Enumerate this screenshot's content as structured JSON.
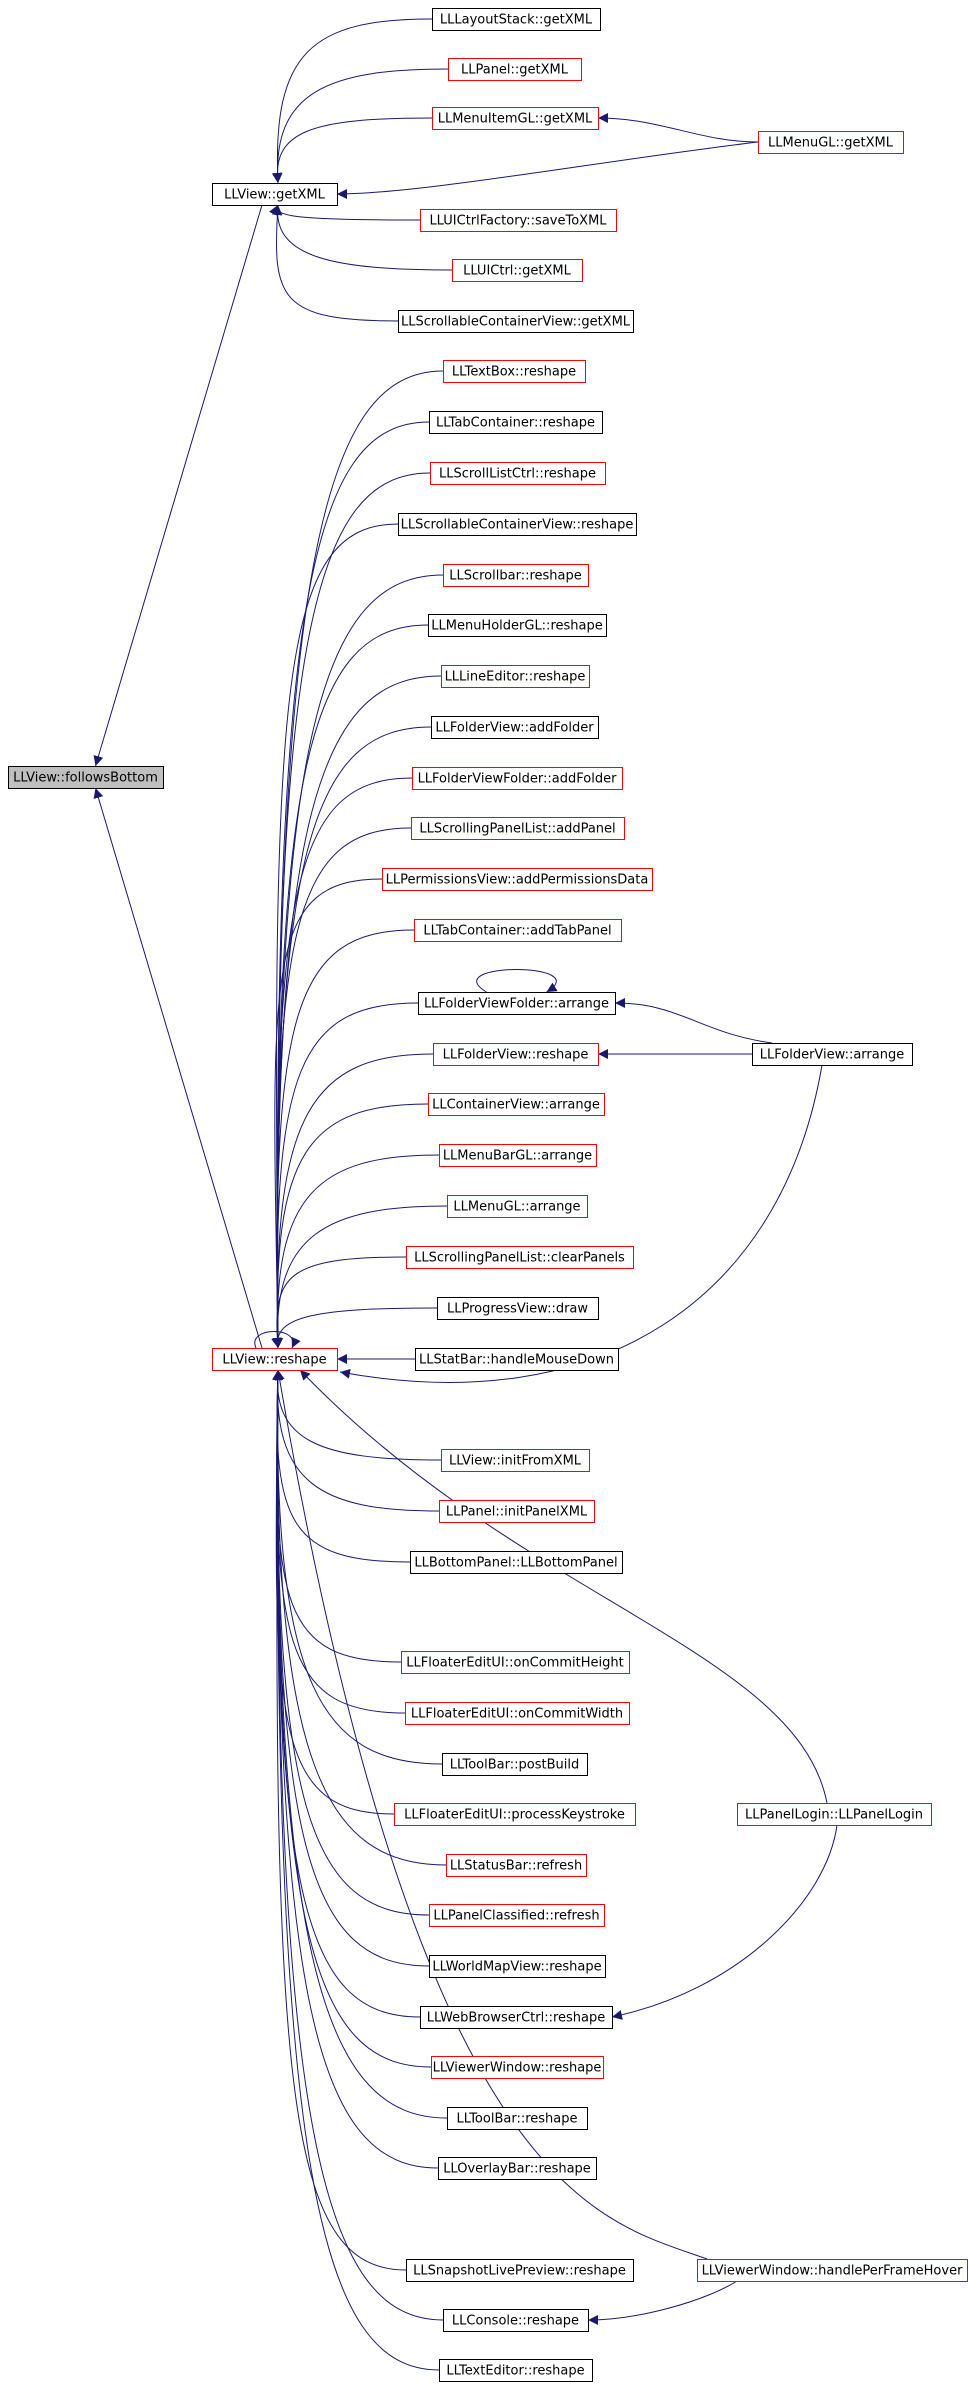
{
  "colors": {
    "edge": "#191970",
    "node_border_default": "#000000",
    "node_border_highlight": "#ff0000",
    "root_fill": "#bfbfbf",
    "node_fill": "#ffffff"
  },
  "nodes": [
    {
      "id": "followsBottom",
      "label": "LLView::followsBottom",
      "border": "black",
      "root": true
    },
    {
      "id": "getXML",
      "label": "LLView::getXML",
      "border": "black"
    },
    {
      "id": "reshape",
      "label": "LLView::reshape",
      "border": "red"
    },
    {
      "id": "LayoutStack_getXML",
      "label": "LLLayoutStack::getXML",
      "border": "black"
    },
    {
      "id": "Panel_getXML",
      "label": "LLPanel::getXML",
      "border": "red"
    },
    {
      "id": "MenuItemGL_getXML",
      "label": "LLMenuItemGL::getXML",
      "border": "red"
    },
    {
      "id": "MenuGL_getXML",
      "label": "LLMenuGL::getXML",
      "border": "red"
    },
    {
      "id": "UICtrlFactory_saveToXML",
      "label": "LLUICtrlFactory::saveToXML",
      "border": "red"
    },
    {
      "id": "UICtrl_getXML",
      "label": "LLUICtrl::getXML",
      "border": "red"
    },
    {
      "id": "ScrollableContainerView_getXML",
      "label": "LLScrollableContainerView::getXML",
      "border": "black"
    },
    {
      "id": "TextBox_reshape",
      "label": "LLTextBox::reshape",
      "border": "red"
    },
    {
      "id": "TabContainer_reshape",
      "label": "LLTabContainer::reshape",
      "border": "black"
    },
    {
      "id": "ScrollListCtrl_reshape",
      "label": "LLScrollListCtrl::reshape",
      "border": "red"
    },
    {
      "id": "ScrollableContainerView_reshape",
      "label": "LLScrollableContainerView::reshape",
      "border": "black"
    },
    {
      "id": "Scrollbar_reshape",
      "label": "LLScrollbar::reshape",
      "border": "red"
    },
    {
      "id": "MenuHolderGL_reshape",
      "label": "LLMenuHolderGL::reshape",
      "border": "black"
    },
    {
      "id": "LineEditor_reshape",
      "label": "LLLineEditor::reshape",
      "border": "red"
    },
    {
      "id": "FolderView_addFolder",
      "label": "LLFolderView::addFolder",
      "border": "black"
    },
    {
      "id": "FolderViewFolder_addFolder",
      "label": "LLFolderViewFolder::addFolder",
      "border": "red"
    },
    {
      "id": "ScrollingPanelList_addPanel",
      "label": "LLScrollingPanelList::addPanel",
      "border": "red"
    },
    {
      "id": "PermissionsView_addPermissionsData",
      "label": "LLPermissionsView::addPermissionsData",
      "border": "red"
    },
    {
      "id": "TabContainer_addTabPanel",
      "label": "LLTabContainer::addTabPanel",
      "border": "red"
    },
    {
      "id": "FolderViewFolder_arrange",
      "label": "LLFolderViewFolder::arrange",
      "border": "black"
    },
    {
      "id": "FolderView_reshape",
      "label": "LLFolderView::reshape",
      "border": "red"
    },
    {
      "id": "FolderView_arrange",
      "label": "LLFolderView::arrange",
      "border": "black"
    },
    {
      "id": "ContainerView_arrange",
      "label": "LLContainerView::arrange",
      "border": "red"
    },
    {
      "id": "MenuBarGL_arrange",
      "label": "LLMenuBarGL::arrange",
      "border": "red"
    },
    {
      "id": "MenuGL_arrange",
      "label": "LLMenuGL::arrange",
      "border": "red"
    },
    {
      "id": "ScrollingPanelList_clearPanels",
      "label": "LLScrollingPanelList::clearPanels",
      "border": "red"
    },
    {
      "id": "ProgressView_draw",
      "label": "LLProgressView::draw",
      "border": "black"
    },
    {
      "id": "StatBar_handleMouseDown",
      "label": "LLStatBar::handleMouseDown",
      "border": "black"
    },
    {
      "id": "View_initFromXML",
      "label": "LLView::initFromXML",
      "border": "red"
    },
    {
      "id": "Panel_initPanelXML",
      "label": "LLPanel::initPanelXML",
      "border": "red"
    },
    {
      "id": "BottomPanel_LLBottomPanel",
      "label": "LLBottomPanel::LLBottomPanel",
      "border": "black"
    },
    {
      "id": "FloaterEditUI_onCommitHeight",
      "label": "LLFloaterEditUI::onCommitHeight",
      "border": "red"
    },
    {
      "id": "FloaterEditUI_onCommitWidth",
      "label": "LLFloaterEditUI::onCommitWidth",
      "border": "red"
    },
    {
      "id": "ToolBar_postBuild",
      "label": "LLToolBar::postBuild",
      "border": "black"
    },
    {
      "id": "FloaterEditUI_processKeystroke",
      "label": "LLFloaterEditUI::processKeystroke",
      "border": "red"
    },
    {
      "id": "PanelLogin_LLPanelLogin",
      "label": "LLPanelLogin::LLPanelLogin",
      "border": "red"
    },
    {
      "id": "StatusBar_refresh",
      "label": "LLStatusBar::refresh",
      "border": "red"
    },
    {
      "id": "PanelClassified_refresh",
      "label": "LLPanelClassified::refresh",
      "border": "red"
    },
    {
      "id": "WorldMapView_reshape",
      "label": "LLWorldMapView::reshape",
      "border": "black"
    },
    {
      "id": "WebBrowserCtrl_reshape",
      "label": "LLWebBrowserCtrl::reshape",
      "border": "black"
    },
    {
      "id": "ViewerWindow_reshape",
      "label": "LLViewerWindow::reshape",
      "border": "red"
    },
    {
      "id": "ToolBar_reshape",
      "label": "LLToolBar::reshape",
      "border": "black"
    },
    {
      "id": "OverlayBar_reshape",
      "label": "LLOverlayBar::reshape",
      "border": "black"
    },
    {
      "id": "SnapshotLivePreview_reshape",
      "label": "LLSnapshotLivePreview::reshape",
      "border": "black"
    },
    {
      "id": "ViewerWindow_handlePerFrameHover",
      "label": "LLViewerWindow::handlePerFrameHover",
      "border": "red"
    },
    {
      "id": "Console_reshape",
      "label": "LLConsole::reshape",
      "border": "black"
    },
    {
      "id": "TextEditor_reshape",
      "label": "LLTextEditor::reshape",
      "border": "black"
    }
  ],
  "edges": [
    {
      "from": "getXML",
      "to": "followsBottom"
    },
    {
      "from": "reshape",
      "to": "followsBottom"
    },
    {
      "from": "LayoutStack_getXML",
      "to": "getXML"
    },
    {
      "from": "Panel_getXML",
      "to": "getXML"
    },
    {
      "from": "MenuItemGL_getXML",
      "to": "getXML"
    },
    {
      "from": "MenuGL_getXML",
      "to": "getXML"
    },
    {
      "from": "MenuGL_getXML",
      "to": "MenuItemGL_getXML"
    },
    {
      "from": "UICtrlFactory_saveToXML",
      "to": "getXML"
    },
    {
      "from": "UICtrl_getXML",
      "to": "getXML"
    },
    {
      "from": "ScrollableContainerView_getXML",
      "to": "getXML"
    },
    {
      "from": "TextBox_reshape",
      "to": "reshape"
    },
    {
      "from": "TabContainer_reshape",
      "to": "reshape"
    },
    {
      "from": "ScrollListCtrl_reshape",
      "to": "reshape"
    },
    {
      "from": "ScrollableContainerView_reshape",
      "to": "reshape"
    },
    {
      "from": "Scrollbar_reshape",
      "to": "reshape"
    },
    {
      "from": "MenuHolderGL_reshape",
      "to": "reshape"
    },
    {
      "from": "LineEditor_reshape",
      "to": "reshape"
    },
    {
      "from": "FolderView_addFolder",
      "to": "reshape"
    },
    {
      "from": "FolderViewFolder_addFolder",
      "to": "reshape"
    },
    {
      "from": "ScrollingPanelList_addPanel",
      "to": "reshape"
    },
    {
      "from": "PermissionsView_addPermissionsData",
      "to": "reshape"
    },
    {
      "from": "TabContainer_addTabPanel",
      "to": "reshape"
    },
    {
      "from": "FolderViewFolder_arrange",
      "to": "reshape"
    },
    {
      "from": "FolderViewFolder_arrange",
      "to": "FolderViewFolder_arrange"
    },
    {
      "from": "FolderView_arrange",
      "to": "FolderViewFolder_arrange"
    },
    {
      "from": "FolderView_reshape",
      "to": "reshape"
    },
    {
      "from": "FolderView_arrange",
      "to": "FolderView_reshape"
    },
    {
      "from": "FolderView_arrange",
      "to": "reshape"
    },
    {
      "from": "ContainerView_arrange",
      "to": "reshape"
    },
    {
      "from": "MenuBarGL_arrange",
      "to": "reshape"
    },
    {
      "from": "MenuGL_arrange",
      "to": "reshape"
    },
    {
      "from": "ScrollingPanelList_clearPanels",
      "to": "reshape"
    },
    {
      "from": "ProgressView_draw",
      "to": "reshape"
    },
    {
      "from": "StatBar_handleMouseDown",
      "to": "reshape"
    },
    {
      "from": "reshape",
      "to": "reshape"
    },
    {
      "from": "View_initFromXML",
      "to": "reshape"
    },
    {
      "from": "Panel_initPanelXML",
      "to": "reshape"
    },
    {
      "from": "BottomPanel_LLBottomPanel",
      "to": "reshape"
    },
    {
      "from": "PanelLogin_LLPanelLogin",
      "to": "reshape"
    },
    {
      "from": "FloaterEditUI_onCommitHeight",
      "to": "reshape"
    },
    {
      "from": "FloaterEditUI_onCommitWidth",
      "to": "reshape"
    },
    {
      "from": "ToolBar_postBuild",
      "to": "reshape"
    },
    {
      "from": "FloaterEditUI_processKeystroke",
      "to": "reshape"
    },
    {
      "from": "StatusBar_refresh",
      "to": "reshape"
    },
    {
      "from": "PanelClassified_refresh",
      "to": "reshape"
    },
    {
      "from": "WorldMapView_reshape",
      "to": "reshape"
    },
    {
      "from": "WebBrowserCtrl_reshape",
      "to": "reshape"
    },
    {
      "from": "PanelLogin_LLPanelLogin",
      "to": "WebBrowserCtrl_reshape"
    },
    {
      "from": "ViewerWindow_reshape",
      "to": "reshape"
    },
    {
      "from": "ToolBar_reshape",
      "to": "reshape"
    },
    {
      "from": "OverlayBar_reshape",
      "to": "reshape"
    },
    {
      "from": "ViewerWindow_handlePerFrameHover",
      "to": "reshape"
    },
    {
      "from": "SnapshotLivePreview_reshape",
      "to": "reshape"
    },
    {
      "from": "Console_reshape",
      "to": "reshape"
    },
    {
      "from": "ViewerWindow_handlePerFrameHover",
      "to": "Console_reshape"
    },
    {
      "from": "TextEditor_reshape",
      "to": "reshape"
    }
  ]
}
